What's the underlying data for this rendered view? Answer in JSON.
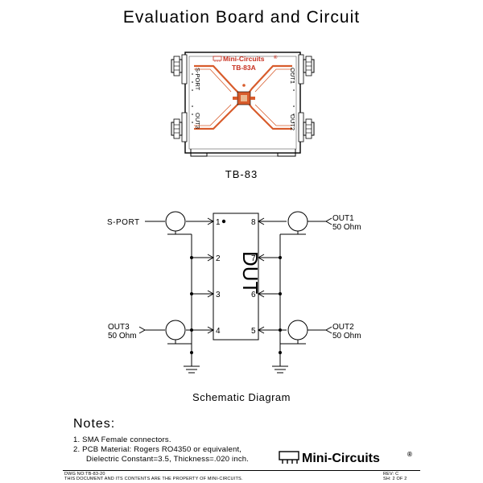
{
  "title": "Evaluation Board and Circuit",
  "board": {
    "brand_label": "Mini-Circuits",
    "registered": "®",
    "model_label": "TB-83A",
    "port_labels": {
      "s_port": "S-PORT",
      "out1": "OUT1",
      "out2": "OUT2",
      "out3": "OUT3"
    },
    "caption": "TB-83"
  },
  "schematic": {
    "dut_label": "DUT",
    "pins": {
      "p1": "1",
      "p2": "2",
      "p3": "3",
      "p4": "4",
      "p5": "5",
      "p6": "6",
      "p7": "7",
      "p8": "8"
    },
    "ports": {
      "s_port": "S-PORT",
      "out1": "OUT1",
      "out1_imp": "50 Ohm",
      "out2": "OUT2",
      "out2_imp": "50 Ohm",
      "out3": "OUT3",
      "out3_imp": "50 Ohm"
    },
    "caption": "Schematic Diagram"
  },
  "notes": {
    "title": "Notes:",
    "items": [
      "1. SMA Female connectors.",
      "2. PCB Material: Rogers RO4350 or equivalent,",
      "Dielectric Constant=3.5, Thickness=.020 inch."
    ]
  },
  "logo": {
    "text": "Mini-Circuits",
    "registered": "®"
  },
  "footer": {
    "dwg_no": "DWG NO:TB-83-20",
    "property_note": "THIS DOCUMENT AND ITS CONTENTS ARE THE PROPERTY OF MINI-CIRCUITS.",
    "rev": "REV: C",
    "sheet": "SH: 2 OF 2"
  }
}
